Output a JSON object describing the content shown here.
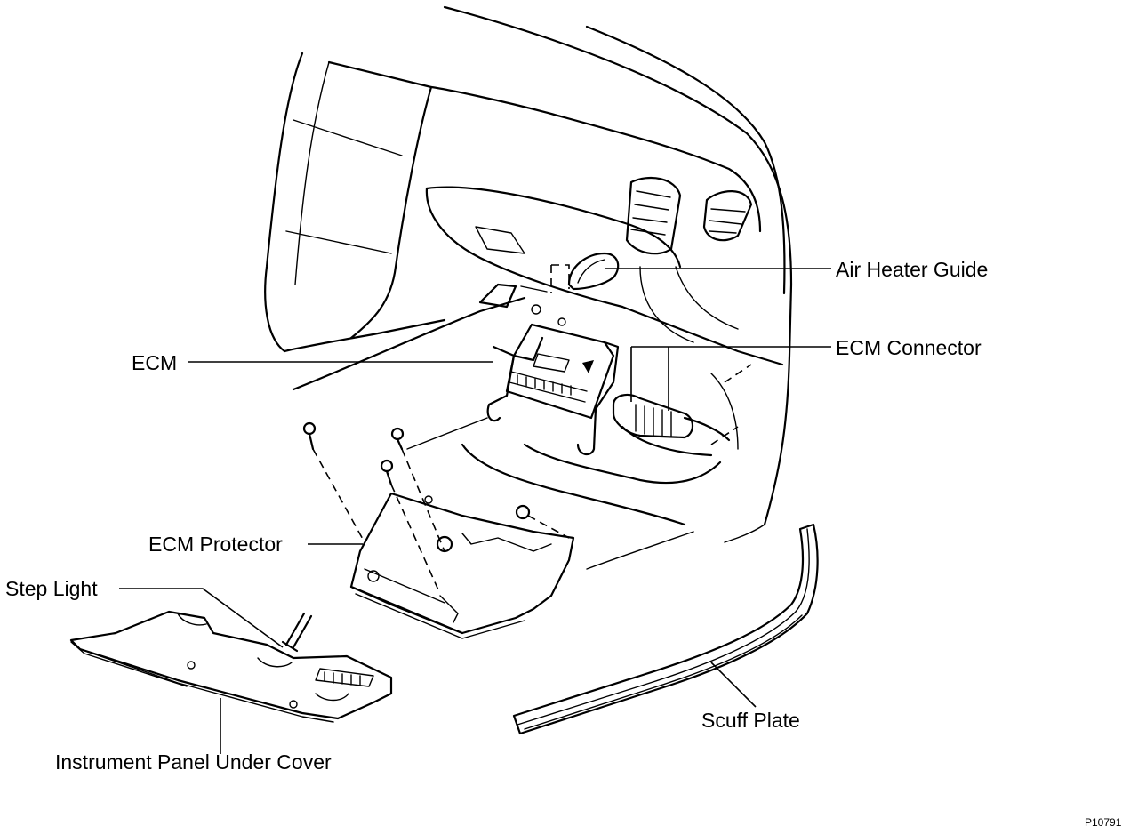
{
  "labels": {
    "air_heater_guide": "Air Heater Guide",
    "ecm_connector": "ECM Connector",
    "ecm": "ECM",
    "ecm_protector": "ECM Protector",
    "step_light": "Step Light",
    "instrument_panel_under_cover": "Instrument Panel Under Cover",
    "scuff_plate": "Scuff Plate"
  },
  "figure_id": "P10791",
  "colors": {
    "ink": "#000000",
    "background": "#ffffff"
  }
}
